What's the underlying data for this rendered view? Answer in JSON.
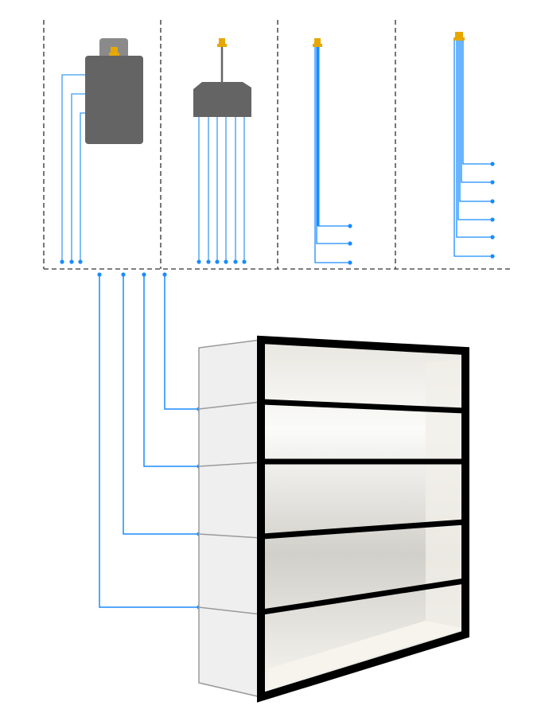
{
  "colors": {
    "wire": "#1a8cff",
    "connector": "#e6a800",
    "device": "#646464",
    "device_cap": "#8a8a8a",
    "frame_dash": "#555555",
    "shelf_frame": "#000000",
    "shelf_side": "#efeff0",
    "shelf_interior": "#f4f2ec"
  },
  "diagram": {
    "top_panels": [
      {
        "device": "power-supply-box",
        "outputs": 3
      },
      {
        "device": "splitter-hub",
        "outputs": 6
      },
      {
        "device": "connector-cable",
        "outputs": 3
      },
      {
        "device": "connector-cable",
        "outputs": 6
      }
    ],
    "shelf_levels": 5,
    "shelf_connections": 4
  }
}
